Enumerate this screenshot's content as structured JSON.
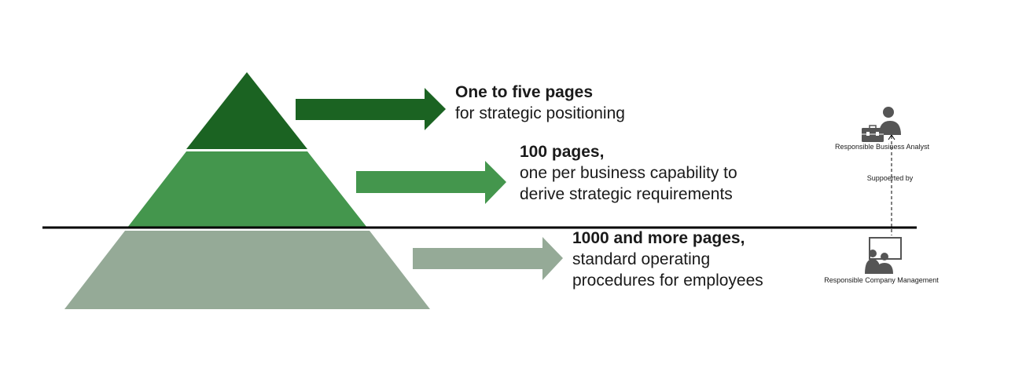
{
  "tiers": [
    {
      "heading": "One to five pages",
      "lines": [
        "for strategic positioning"
      ],
      "color": "#1b6322"
    },
    {
      "heading": "100 pages,",
      "lines": [
        "one per business capability to",
        "derive strategic requirements"
      ],
      "color": "#44964d"
    },
    {
      "heading": "1000 and more pages,",
      "lines": [
        "standard operating",
        "procedures for employees"
      ],
      "color": "#95aa97"
    }
  ],
  "roles": {
    "analyst": {
      "label": "Responsible Business Analyst",
      "icon": "business-analyst-icon"
    },
    "relation": {
      "label": "Suppoerted by"
    },
    "management": {
      "label": "Responsible Company Management",
      "icon": "presentation-management-icon"
    }
  },
  "colors": {
    "divider": "#000000",
    "icon": "#555555"
  }
}
